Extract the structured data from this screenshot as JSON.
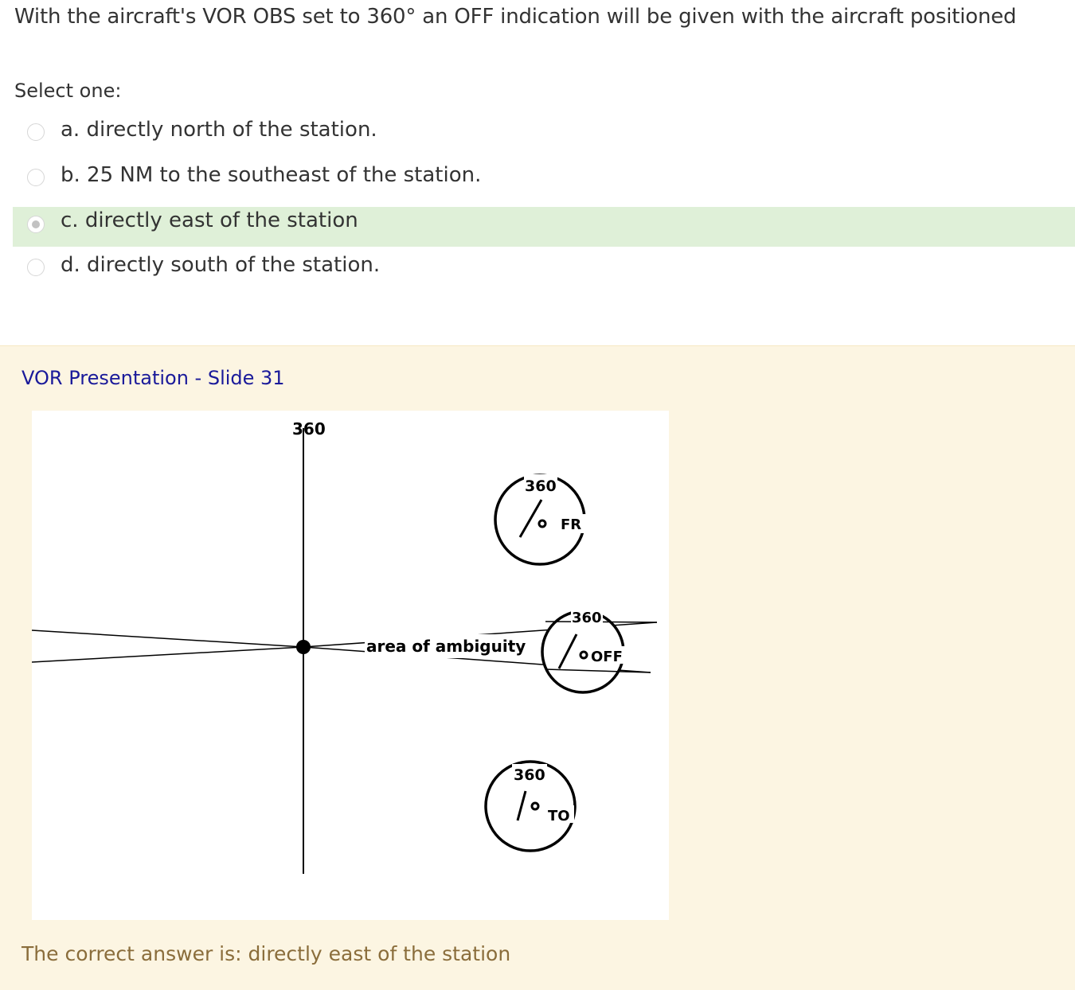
{
  "question": {
    "text": "With the aircraft's VOR OBS set to 360° an OFF indication will be given with the aircraft positioned",
    "prompt": "Select one:"
  },
  "answers": [
    {
      "label": "a. directly north of the station.",
      "selected": false
    },
    {
      "label": "b. 25 NM to the southeast of the station.",
      "selected": false
    },
    {
      "label": "c. directly east of the station",
      "selected": true
    },
    {
      "label": "d. directly south of the station.",
      "selected": false
    }
  ],
  "feedback": {
    "link_text": "VOR Presentation - Slide 31",
    "correct_answer": "The correct answer is: directly east of the station",
    "diagram": {
      "radial_label": "360",
      "ambiguity_label": "area of ambiguity",
      "indicators": [
        {
          "obs": "360",
          "flag": "FR"
        },
        {
          "obs": "360",
          "flag": "OFF"
        },
        {
          "obs": "360",
          "flag": "TO"
        }
      ]
    }
  },
  "colors": {
    "selected_row": "#dff0d8",
    "feedback_bg": "#fcf5e2",
    "link": "#1a1a9a",
    "correct_text": "#8a6d3b"
  }
}
